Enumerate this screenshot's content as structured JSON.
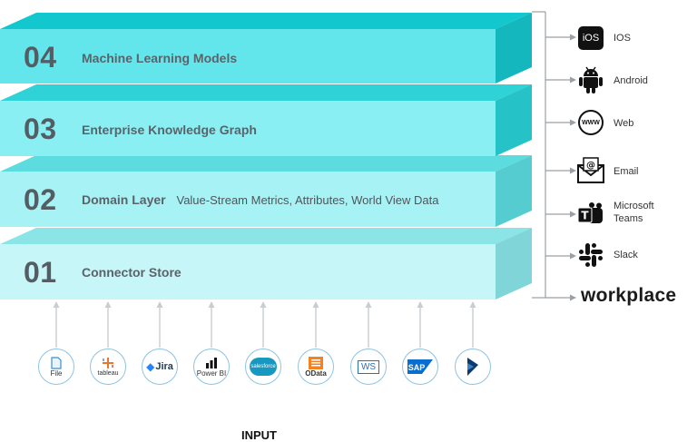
{
  "layers": [
    {
      "num": "04",
      "title": "Machine Learning Models",
      "subtitle": ""
    },
    {
      "num": "03",
      "title": "Enterprise Knowledge Graph",
      "subtitle": ""
    },
    {
      "num": "02",
      "title": "Domain Layer",
      "subtitle": "Value-Stream Metrics, Attributes, World View Data"
    },
    {
      "num": "01",
      "title": "Connector Store",
      "subtitle": ""
    }
  ],
  "outputs": [
    {
      "label": "IOS",
      "icon": "ios-icon",
      "glyph": "iOS"
    },
    {
      "label": "Android",
      "icon": "android-icon",
      "glyph": ""
    },
    {
      "label": "Web",
      "icon": "web-icon",
      "glyph": "WWW"
    },
    {
      "label": "Email",
      "icon": "email-icon",
      "glyph": "@"
    },
    {
      "label": "Microsoft Teams",
      "icon": "teams-icon",
      "glyph": "T"
    },
    {
      "label": "Slack",
      "icon": "slack-icon",
      "glyph": ""
    }
  ],
  "workplace_logo": "workplace",
  "inputs": [
    {
      "label": "File",
      "icon": "file-icon"
    },
    {
      "label": "tableau",
      "icon": "tableau-icon"
    },
    {
      "label": "Jira",
      "icon": "jira-icon"
    },
    {
      "label": "Power BI",
      "icon": "powerbi-icon"
    },
    {
      "label": "salesforce",
      "icon": "salesforce-icon"
    },
    {
      "label": "OData",
      "icon": "odata-icon"
    },
    {
      "label": "WS",
      "icon": "ws-icon"
    },
    {
      "label": "SAP",
      "icon": "sap-icon"
    },
    {
      "label": "",
      "icon": "dynamics-icon"
    }
  ],
  "input_title": "INPUT",
  "colors": {
    "layer4_front": "#62e6ec",
    "layer4_top": "#12c8ce",
    "layer4_side": "#13b7bd",
    "layer3_front": "#8aeff2",
    "layer3_top": "#2fd2d6",
    "layer3_side": "#25c2c7",
    "layer2_front": "#a6f2f4",
    "layer2_top": "#5ddcdf",
    "layer2_side": "#55cdd0",
    "layer1_front": "#c6f6f7",
    "layer1_top": "#8be4e6",
    "layer1_side": "#7fd5d7",
    "arrow": "#c9cdd0",
    "bracket": "#9aa0a4",
    "circle_border": "#8fc3e0"
  }
}
